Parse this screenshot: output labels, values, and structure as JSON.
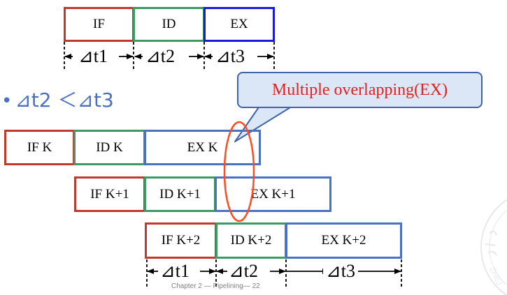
{
  "top_row": {
    "stages": [
      "IF",
      "ID",
      "EX"
    ],
    "times": [
      "⊿t1",
      "⊿t2",
      "⊿t3"
    ]
  },
  "condition": "⊿t2 ＜⊿t3",
  "callout": "Multiple overlapping(EX)",
  "pipeline": [
    [
      "IF K",
      "ID K",
      "EX K"
    ],
    [
      "IF K+1",
      "ID K+1",
      "EX K+1"
    ],
    [
      "IF K+2",
      "ID K+2",
      "EX K+2"
    ]
  ],
  "bottom_times": [
    "⊿t1",
    "⊿t2",
    "⊿t3"
  ],
  "footer": "Chapter 2 — Pipelining— 22",
  "colors": {
    "if_border": "#c0392b",
    "id_border": "#3e9a62",
    "ex_border_top": "#1a1adb",
    "ex_border": "#4a72c2",
    "accent_text": "#4a70c4",
    "callout_text": "#e3211f",
    "highlight_ellipse": "#ff4b1f"
  }
}
